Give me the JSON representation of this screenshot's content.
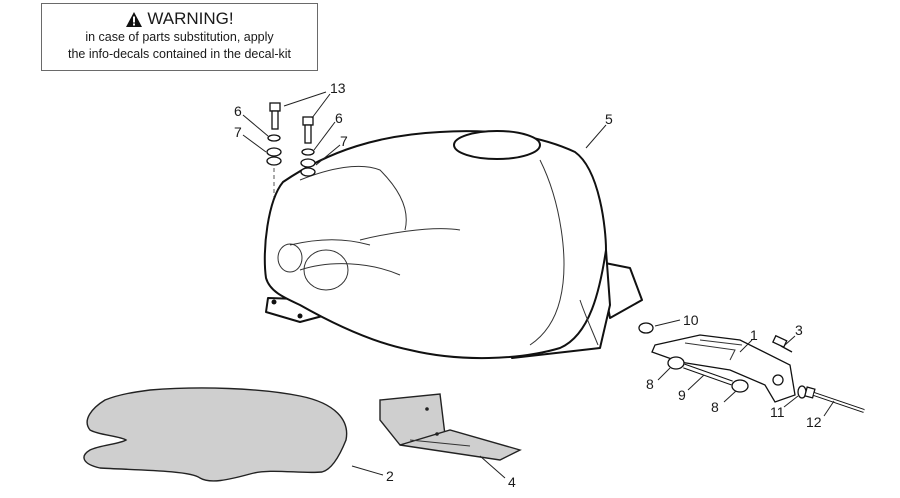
{
  "warning": {
    "icon": "warning-triangle-icon",
    "title": "WARNING!",
    "line1": "in case of parts substitution, apply",
    "line2": "the info-decals contained in the decal-kit"
  },
  "callouts": {
    "c1": "1",
    "c2": "2",
    "c3": "3",
    "c4": "4",
    "c5": "5",
    "c6a": "6",
    "c6b": "6",
    "c7a": "7",
    "c7b": "7",
    "c8a": "8",
    "c8b": "8",
    "c9": "9",
    "c10": "10",
    "c11": "11",
    "c12": "12",
    "c13": "13"
  }
}
